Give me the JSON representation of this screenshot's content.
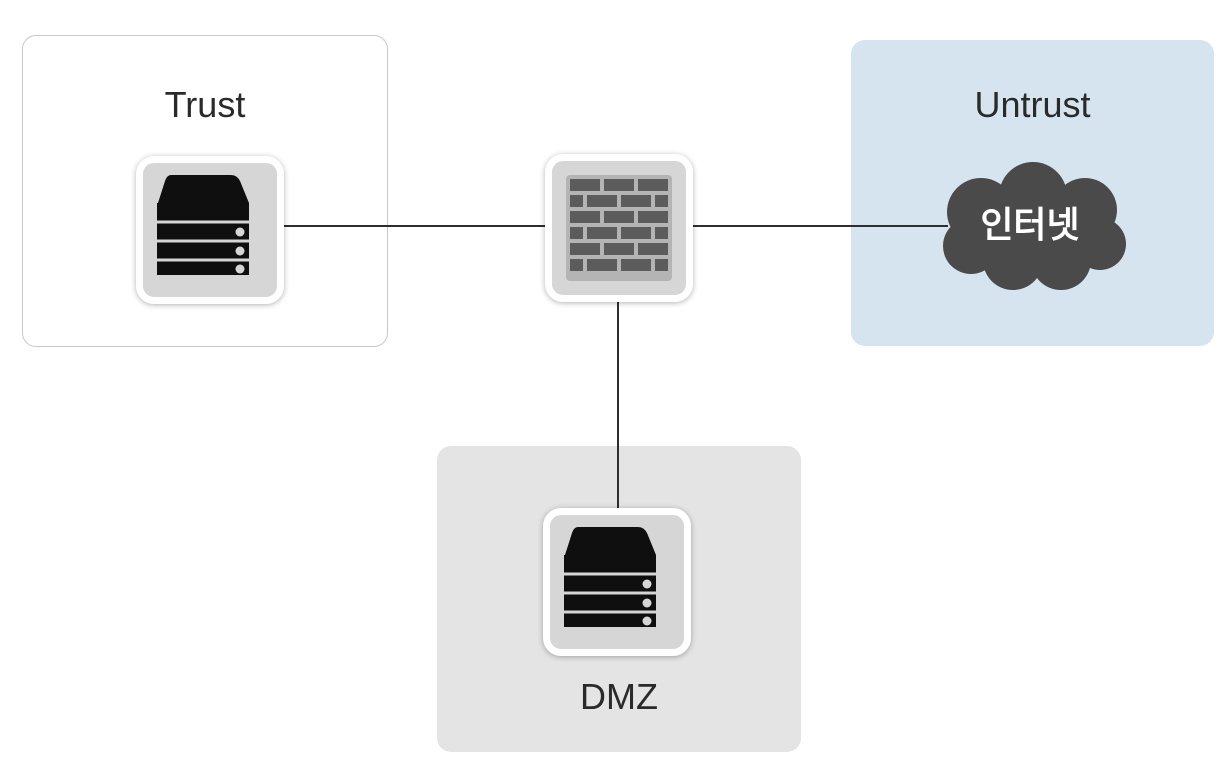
{
  "zones": {
    "trust": {
      "label": "Trust"
    },
    "untrust": {
      "label": "Untrust"
    },
    "dmz": {
      "label": "DMZ"
    }
  },
  "cloud": {
    "label": "인터넷"
  },
  "colors": {
    "untrust_fill": "#d5e4ee",
    "dmz_fill": "#e4e4e4",
    "device_dark": "#0f0f0f",
    "brick": "#5c5c5c",
    "cloud": "#4a4a4a",
    "link": "#2e2e2e"
  },
  "icons": [
    "server-icon",
    "firewall-icon",
    "cloud-icon"
  ]
}
